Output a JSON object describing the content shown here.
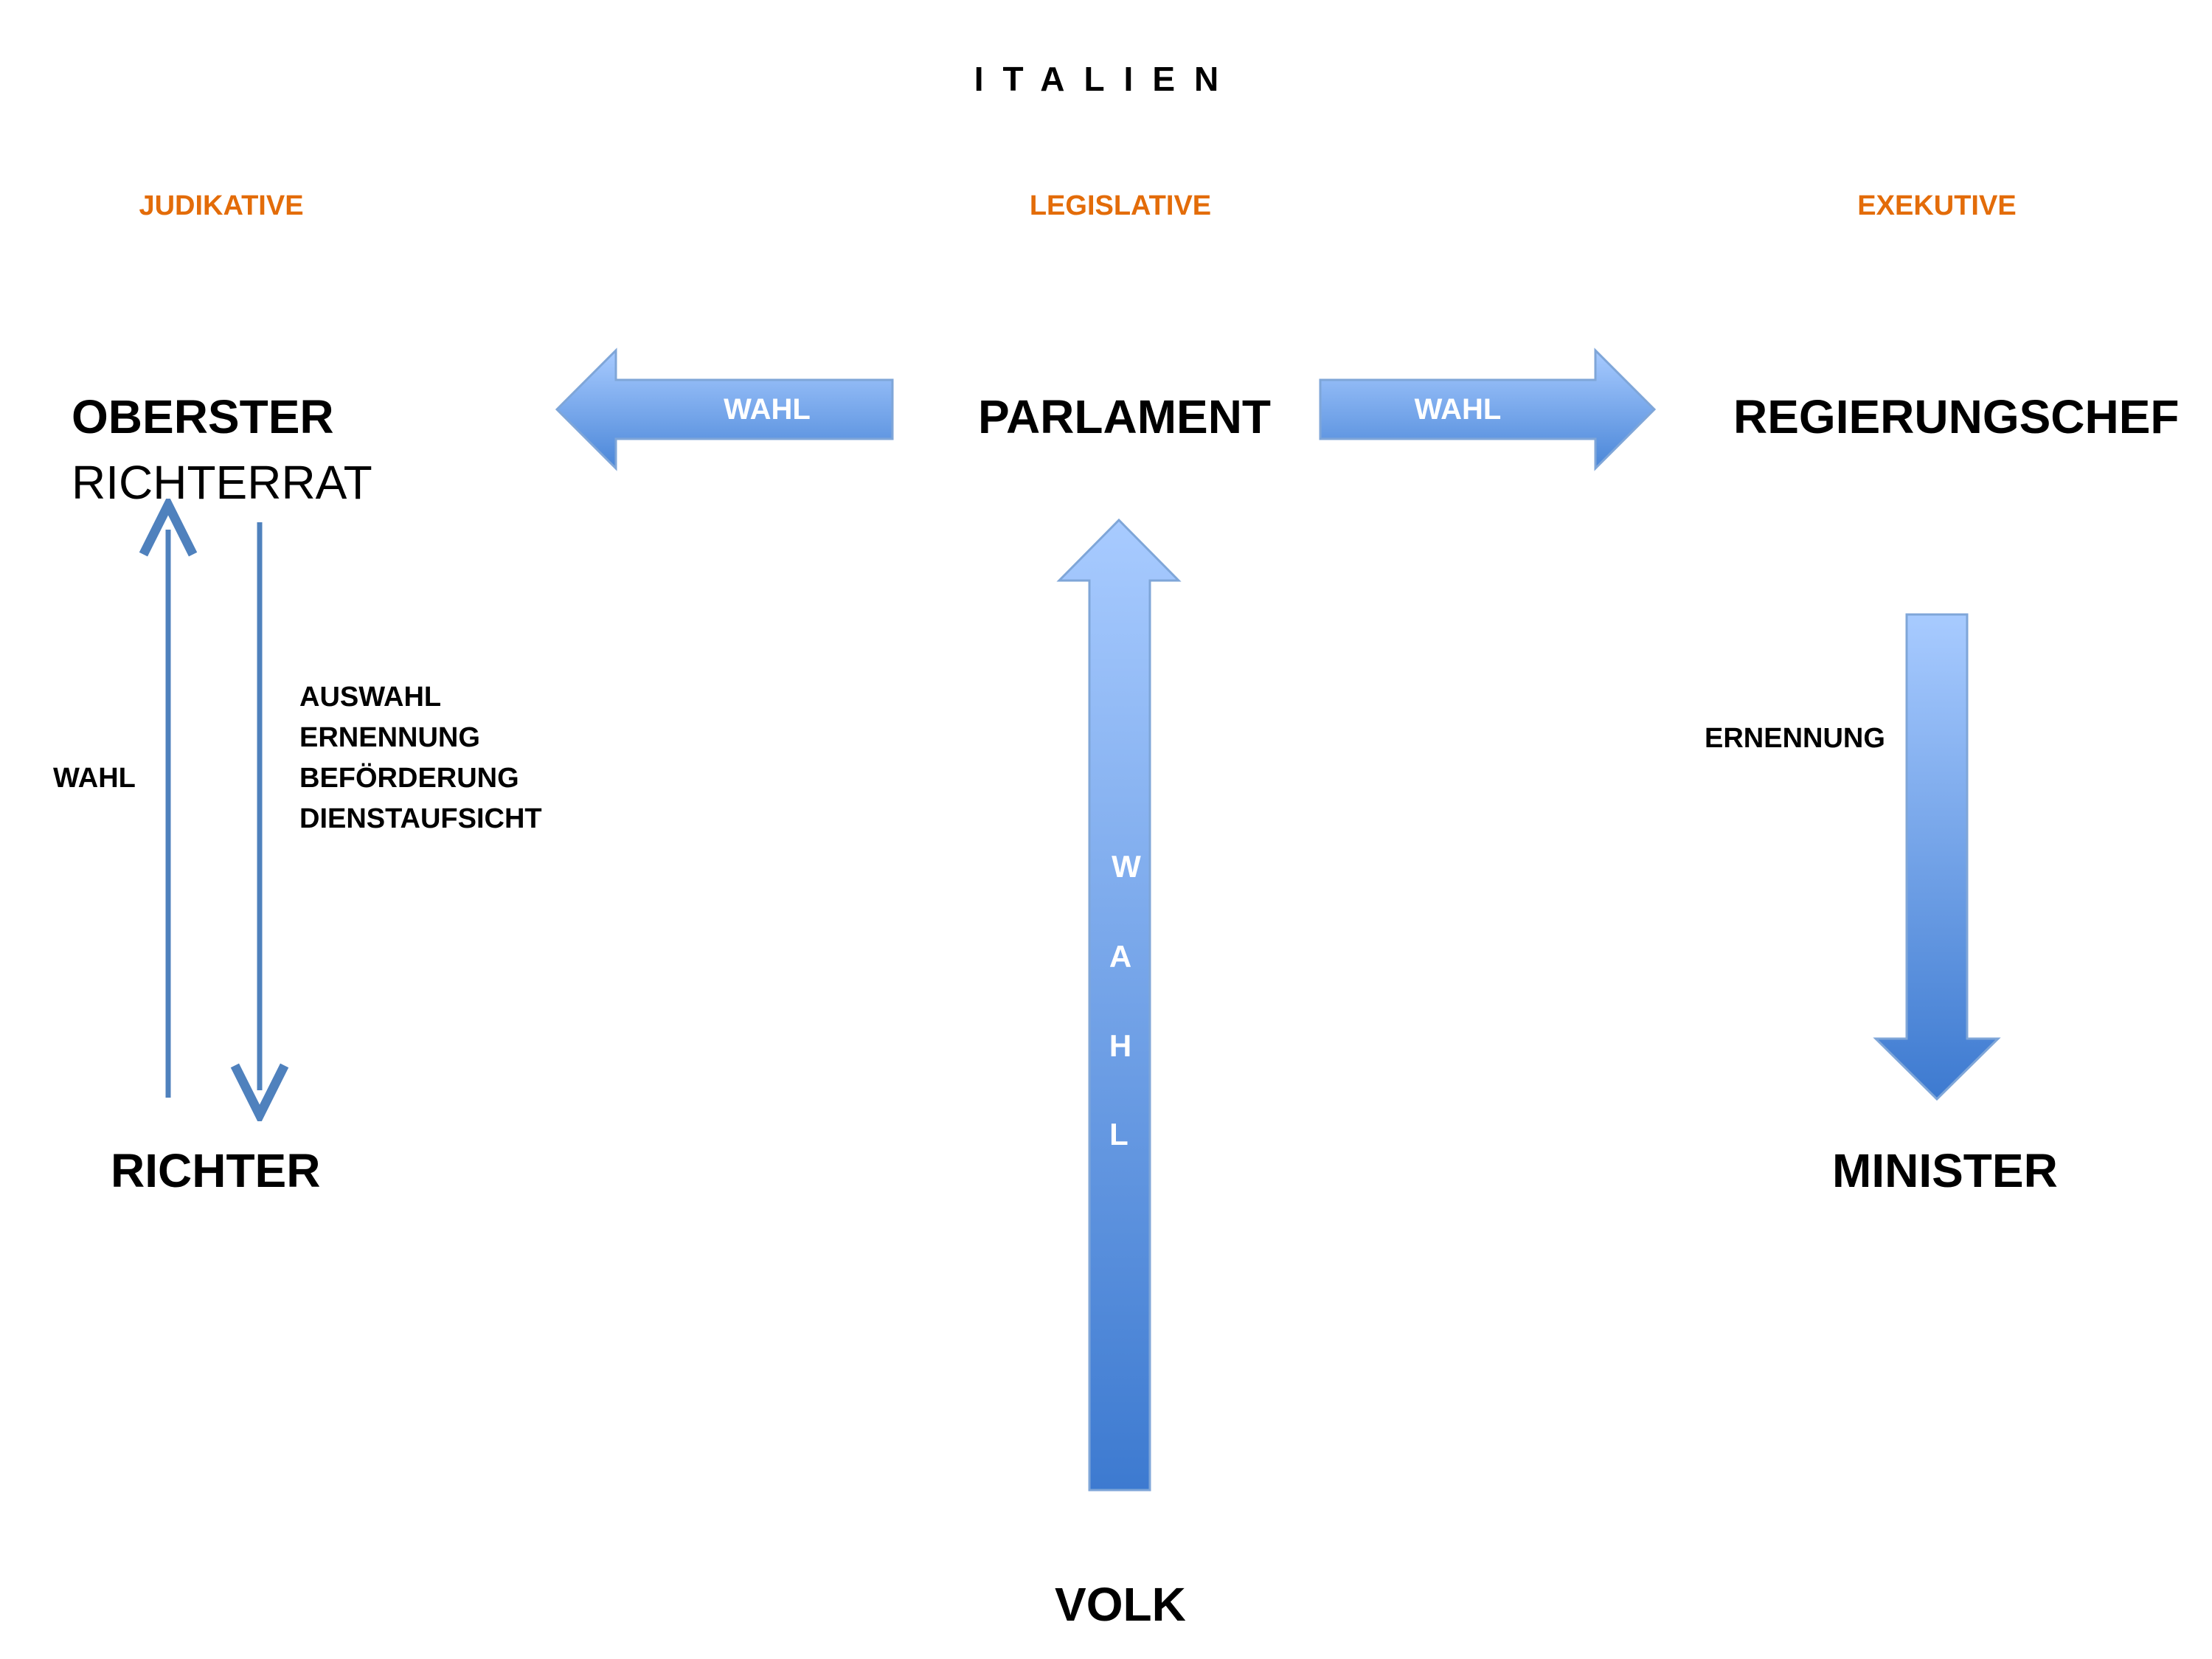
{
  "title": "ITALIEN",
  "branches": {
    "judikative": "JUDIKATIVE",
    "legislative": "LEGISLATIVE",
    "exekutive": "EXEKUTIVE"
  },
  "nodes": {
    "oberster_line1": "OBERSTER",
    "oberster_line2": "RICHTERRAT",
    "parlament": "PARLAMENT",
    "regierungschef": "REGIERUNGSCHEF",
    "richter": "RICHTER",
    "minister": "MINISTER",
    "volk": "VOLK"
  },
  "edges": {
    "left_wahl": "WAHL",
    "right_wahl": "WAHL",
    "richter_up_wahl": "WAHL",
    "richterrat_down": [
      "AUSWAHL",
      "ERNENNUNG",
      "BEFÖRDERUNG",
      "DIENSTAUFSICHT"
    ],
    "volk_wahl_letters": [
      "W",
      "A",
      "H",
      "L"
    ],
    "ernennung": "ERNENNUNG"
  },
  "colors": {
    "branch_label": "#e36c09",
    "arrow_light": "#9dc3ff",
    "arrow_dark": "#3a7bd5",
    "line_arrow": "#4f81bd"
  }
}
